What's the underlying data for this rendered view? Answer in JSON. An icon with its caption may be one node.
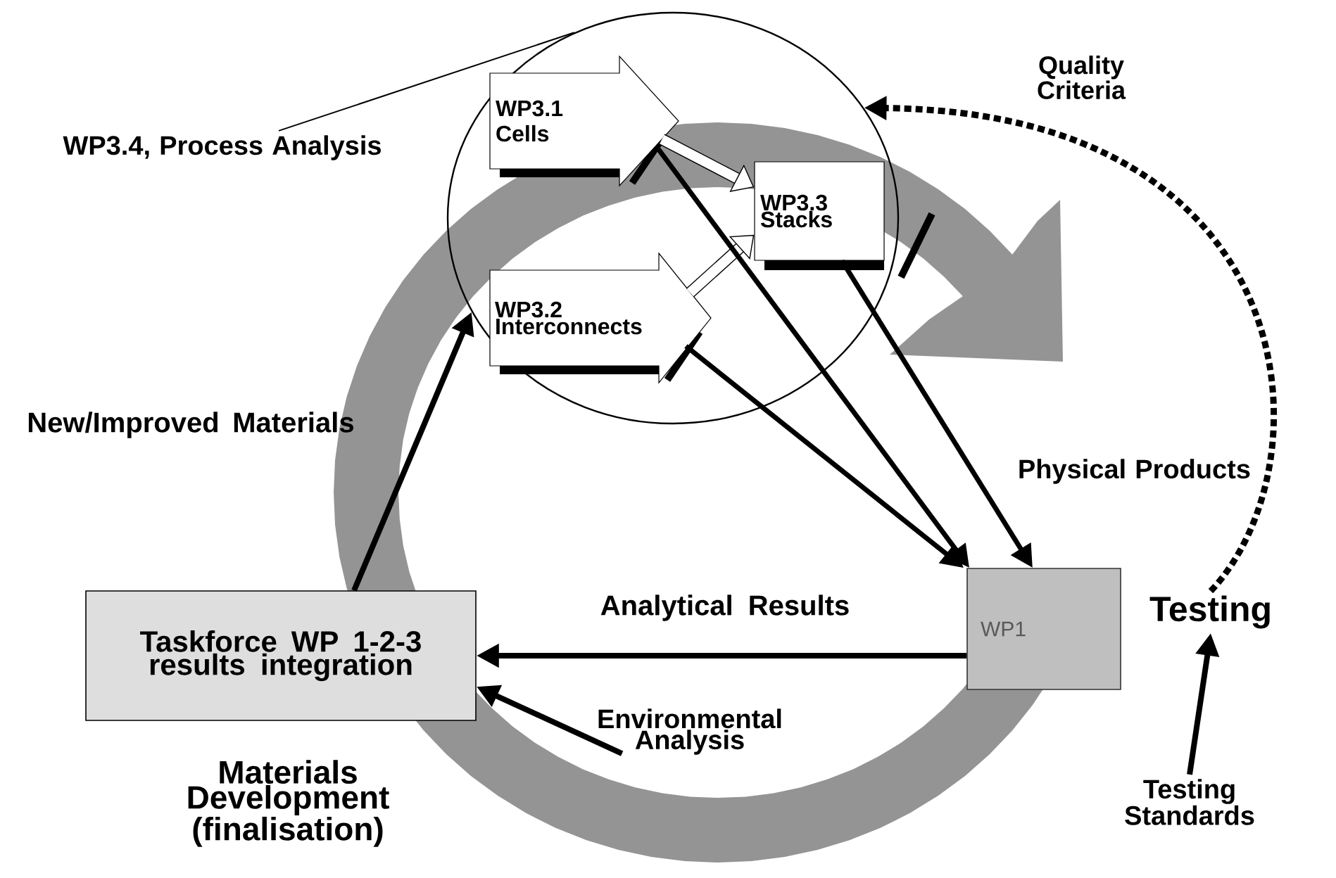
{
  "diagram": {
    "nodes": [
      {
        "text": [],
        "shape": "circle"
      },
      {
        "text": [
          "WP3.1 Cells"
        ],
        "in": 0
      },
      {
        "text": [
          "WP3.3 Stacks"
        ],
        "in": 0
      },
      {
        "text": [
          "WP3.2 Interconnects"
        ],
        "in": 0
      },
      {
        "text": [
          "WP3.4, Process Analysis"
        ]
      },
      {
        "text": [
          "Taskforce WP 1-2-3 results integration"
        ],
        "beside": [
          "Materials Development (finalisation)"
        ]
      },
      {
        "text": [
          "WP1"
        ]
      },
      {
        "text": [
          "Testing"
        ]
      },
      {
        "text": [
          "Environmental Analysis"
        ]
      },
      {
        "text": [
          "Testing Standards"
        ]
      }
    ],
    "edges": [
      {
        "from": 1,
        "to": 2,
        "arrow": "to",
        "style": "thick"
      },
      {
        "from": 3,
        "to": 2,
        "arrow": "to",
        "style": "thick"
      },
      {
        "from": 1,
        "to": 6,
        "arrow": "to"
      },
      {
        "from": 3,
        "to": 6,
        "arrow": "to"
      },
      {
        "from": 2,
        "to": 6,
        "arrow": "to"
      },
      {
        "from": 6,
        "to": 5,
        "arrow": "to",
        "label": "Analytical Results"
      },
      {
        "from": 8,
        "to": 5,
        "arrow": "to"
      },
      {
        "from": 5,
        "to": 0,
        "arrow": "to",
        "label": "New/Improved Materials"
      },
      {
        "from": 9,
        "to": 7,
        "arrow": "to"
      },
      {
        "from": 7,
        "to": 0,
        "arrow": "to",
        "style": "dashed",
        "label": "Quality Criteria"
      },
      {
        "from": 4,
        "to": 0,
        "arrow": "none"
      }
    ],
    "labels": [
      "Physical Products"
    ]
  }
}
